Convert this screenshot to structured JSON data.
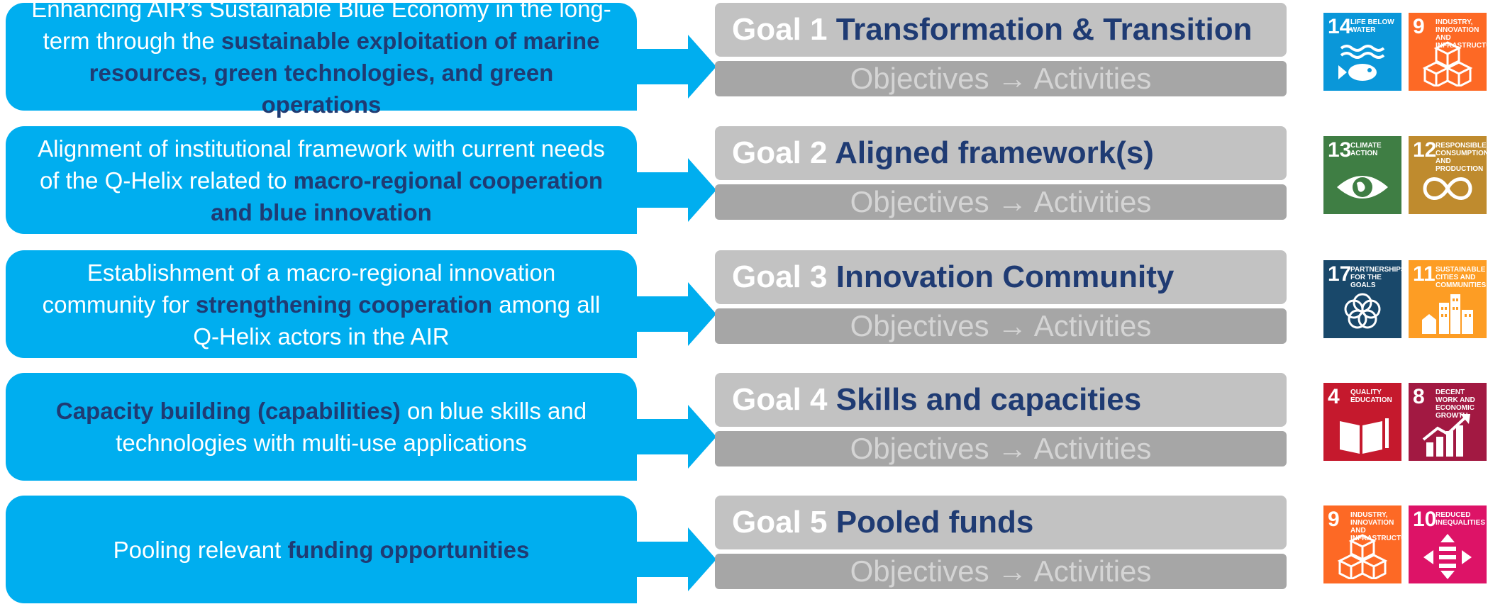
{
  "rows": [
    {
      "left_parts": [
        "Enhancing AIR’s Sustainable Blue Economy in the long-term through the ",
        "sustainable exploitation of marine resources, green technologies, and green operations",
        ""
      ],
      "goal_prefix": "Goal 1",
      "goal_title": "Transformation & Transition",
      "objectives": "Objectives → Activities",
      "sdgs": [
        {
          "num": "14",
          "label": "Life below water",
          "color": "#0a97d9",
          "icon": "fish-icon"
        },
        {
          "num": "9",
          "label": "Industry, innovation and infrastructure",
          "color": "#fd6925",
          "icon": "cubes-icon"
        }
      ]
    },
    {
      "left_parts": [
        "Alignment of institutional framework with current needs of the Q-Helix related to ",
        "macro-regional cooperation and blue innovation",
        ""
      ],
      "goal_prefix": "Goal 2",
      "goal_title": "Aligned framework(s)",
      "objectives": "Objectives → Activities",
      "sdgs": [
        {
          "num": "13",
          "label": "Climate action",
          "color": "#3f7e44",
          "icon": "eye-globe-icon"
        },
        {
          "num": "12",
          "label": "Responsible consumption and production",
          "color": "#bf8b2e",
          "icon": "infinity-icon"
        }
      ]
    },
    {
      "left_parts": [
        "Establishment of a macro-regional innovation community for ",
        "strengthening cooperation",
        " among all Q-Helix actors in the AIR"
      ],
      "goal_prefix": "Goal 3",
      "goal_title": "Innovation Community",
      "objectives": "Objectives → Activities",
      "sdgs": [
        {
          "num": "17",
          "label": "Partnerships for the goals",
          "color": "#19486a",
          "icon": "rings-icon"
        },
        {
          "num": "11",
          "label": "Sustainable cities and communities",
          "color": "#fd9d24",
          "icon": "city-icon"
        }
      ]
    },
    {
      "left_parts": [
        "",
        "Capacity building (capabilities)",
        " on blue skills and technologies with multi-use applications"
      ],
      "goal_prefix": "Goal 4",
      "goal_title": "Skills and capacities",
      "objectives": "Objectives → Activities",
      "sdgs": [
        {
          "num": "4",
          "label": "Quality education",
          "color": "#c5192d",
          "icon": "book-icon"
        },
        {
          "num": "8",
          "label": "Decent work and economic growth",
          "color": "#a21942",
          "icon": "growth-chart-icon"
        }
      ]
    },
    {
      "left_parts": [
        "Pooling relevant ",
        "funding opportunities",
        ""
      ],
      "goal_prefix": "Goal 5",
      "goal_title": "Pooled funds",
      "objectives": "Objectives → Activities",
      "sdgs": [
        {
          "num": "9",
          "label": "Industry, innovation and infrastructure",
          "color": "#fd6925",
          "icon": "cubes-icon"
        },
        {
          "num": "10",
          "label": "Reduced inequalities",
          "color": "#dd1367",
          "icon": "equality-arrows-icon"
        }
      ]
    }
  ]
}
